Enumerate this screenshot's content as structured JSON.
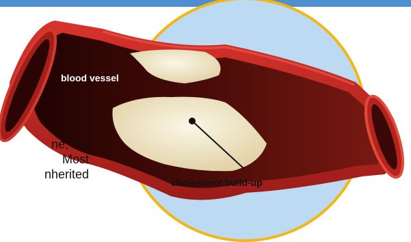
{
  "labels": {
    "blood_vessel": "blood vessel",
    "cholesterol": "cholesterol build-up"
  },
  "body_text": {
    "lines": [
      "ne, the",
      "Most",
      "nherited"
    ]
  },
  "colors": {
    "banner": "#4f8fcf",
    "circle_fill": "#bcdaf1",
    "circle_ring": "#f3b617",
    "vessel_outer": "#c42a26",
    "vessel_inner": "#3a0806",
    "plaque": "#f3ead0"
  }
}
